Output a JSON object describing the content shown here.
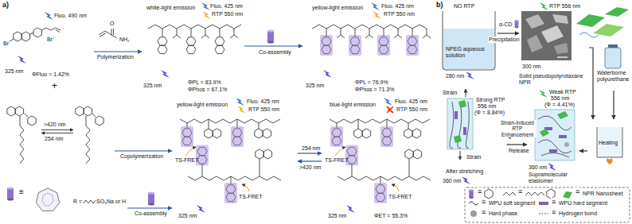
{
  "diagram": {
    "nodes": [
      {
        "text": [
          "Fluo. 490 nm",
          "325 nm",
          "ΦFluo = 1.42%"
        ]
      },
      {
        "text": [
          "white-light emission",
          "Fluo. 425 nm",
          "RTP 550 nm",
          "325 nm",
          "ΦPL = 83.9%",
          "ΦPhos = 67.1%"
        ]
      },
      {
        "text": [
          "yellow-light emission",
          "Fluo. 425 nm",
          "RTP 550 nm",
          "325 nm",
          "ΦPL = 76.9%",
          "ΦPhos = 71.3%"
        ]
      },
      {
        "text": [
          ">420 nm",
          "254 nm"
        ]
      },
      {
        "text": [
          "≡",
          "R =",
          "SO₃Na or H"
        ]
      },
      {
        "text": [
          "yellow-light emission",
          "Fluo. 425 nm",
          "RTP 550 nm",
          "TS-FRET",
          "TS-FRET",
          "325 nm"
        ]
      },
      {
        "text": [
          "blue-light emission",
          "Fluo. 425 nm",
          "RTP 550 nm",
          "TS-FRET",
          "TS-FRET",
          "325 nm",
          "ΦET = 55.3%"
        ]
      },
      {
        "text": [
          "NO RTP",
          "NPEG aqueous solution",
          "280 nm"
        ]
      },
      {
        "text": [
          "RTP 556 nm",
          "300 nm",
          "Solid pseudopolyrotaxane NPR"
        ]
      },
      {
        "text": [
          "Waterborne polyurethane"
        ]
      },
      {
        "text": [
          "Heating"
        ]
      },
      {
        "text": [
          "Weak RTP",
          "556 nm",
          "(Φ = 4.41%)",
          "360 nm",
          "Supramolecular elastomer"
        ]
      },
      {
        "text": [
          "Strain",
          "Strong RTP",
          "556 nm",
          "(Φ = 8.84%)",
          "Strain",
          "After stretching",
          "360 nm"
        ]
      }
    ],
    "edges": [
      {
        "from": 0,
        "to": 1,
        "arrow": "to",
        "label": "Polymerization"
      },
      {
        "from": 1,
        "to": 2,
        "arrow": "to",
        "label": "Co-assembly"
      },
      {
        "from": 3,
        "to": 5,
        "arrow": "to",
        "label": "Copolymerization"
      },
      {
        "from": 4,
        "to": 5,
        "arrow": "to",
        "label": "Co-assembly"
      },
      {
        "from": 5,
        "to": 6,
        "arrow": "to",
        "label": "254 nm"
      },
      {
        "from": 6,
        "to": 5,
        "arrow": "to",
        "label": ">420 nm"
      },
      {
        "from": 7,
        "to": 8,
        "arrow": "to",
        "label": "Precipitation"
      },
      {
        "from": 8,
        "to": 10,
        "arrow": "to"
      },
      {
        "from": 9,
        "to": 10,
        "arrow": "to"
      },
      {
        "from": 10,
        "to": 11,
        "arrow": "to"
      },
      {
        "from": 11,
        "to": 12,
        "arrow": "to",
        "label": "Strain-induced RTP Enhancement"
      },
      {
        "from": 12,
        "to": 11,
        "arrow": "to",
        "label": "Release"
      }
    ],
    "labels": [
      "a)",
      "b)",
      "+",
      "O",
      "NH₂",
      "Br",
      "Br⁻",
      "α-CD",
      "≡",
      "≡",
      "≡",
      "≡",
      "≡",
      "≡",
      "≡"
    ],
    "legend": [
      {
        "text": "NPR Nanosheet"
      },
      {
        "text": "WPU soft segment"
      },
      {
        "text": "WPU hard segment"
      },
      {
        "text": "Hard phase"
      },
      {
        "text": "Hydrogen bond"
      }
    ]
  }
}
